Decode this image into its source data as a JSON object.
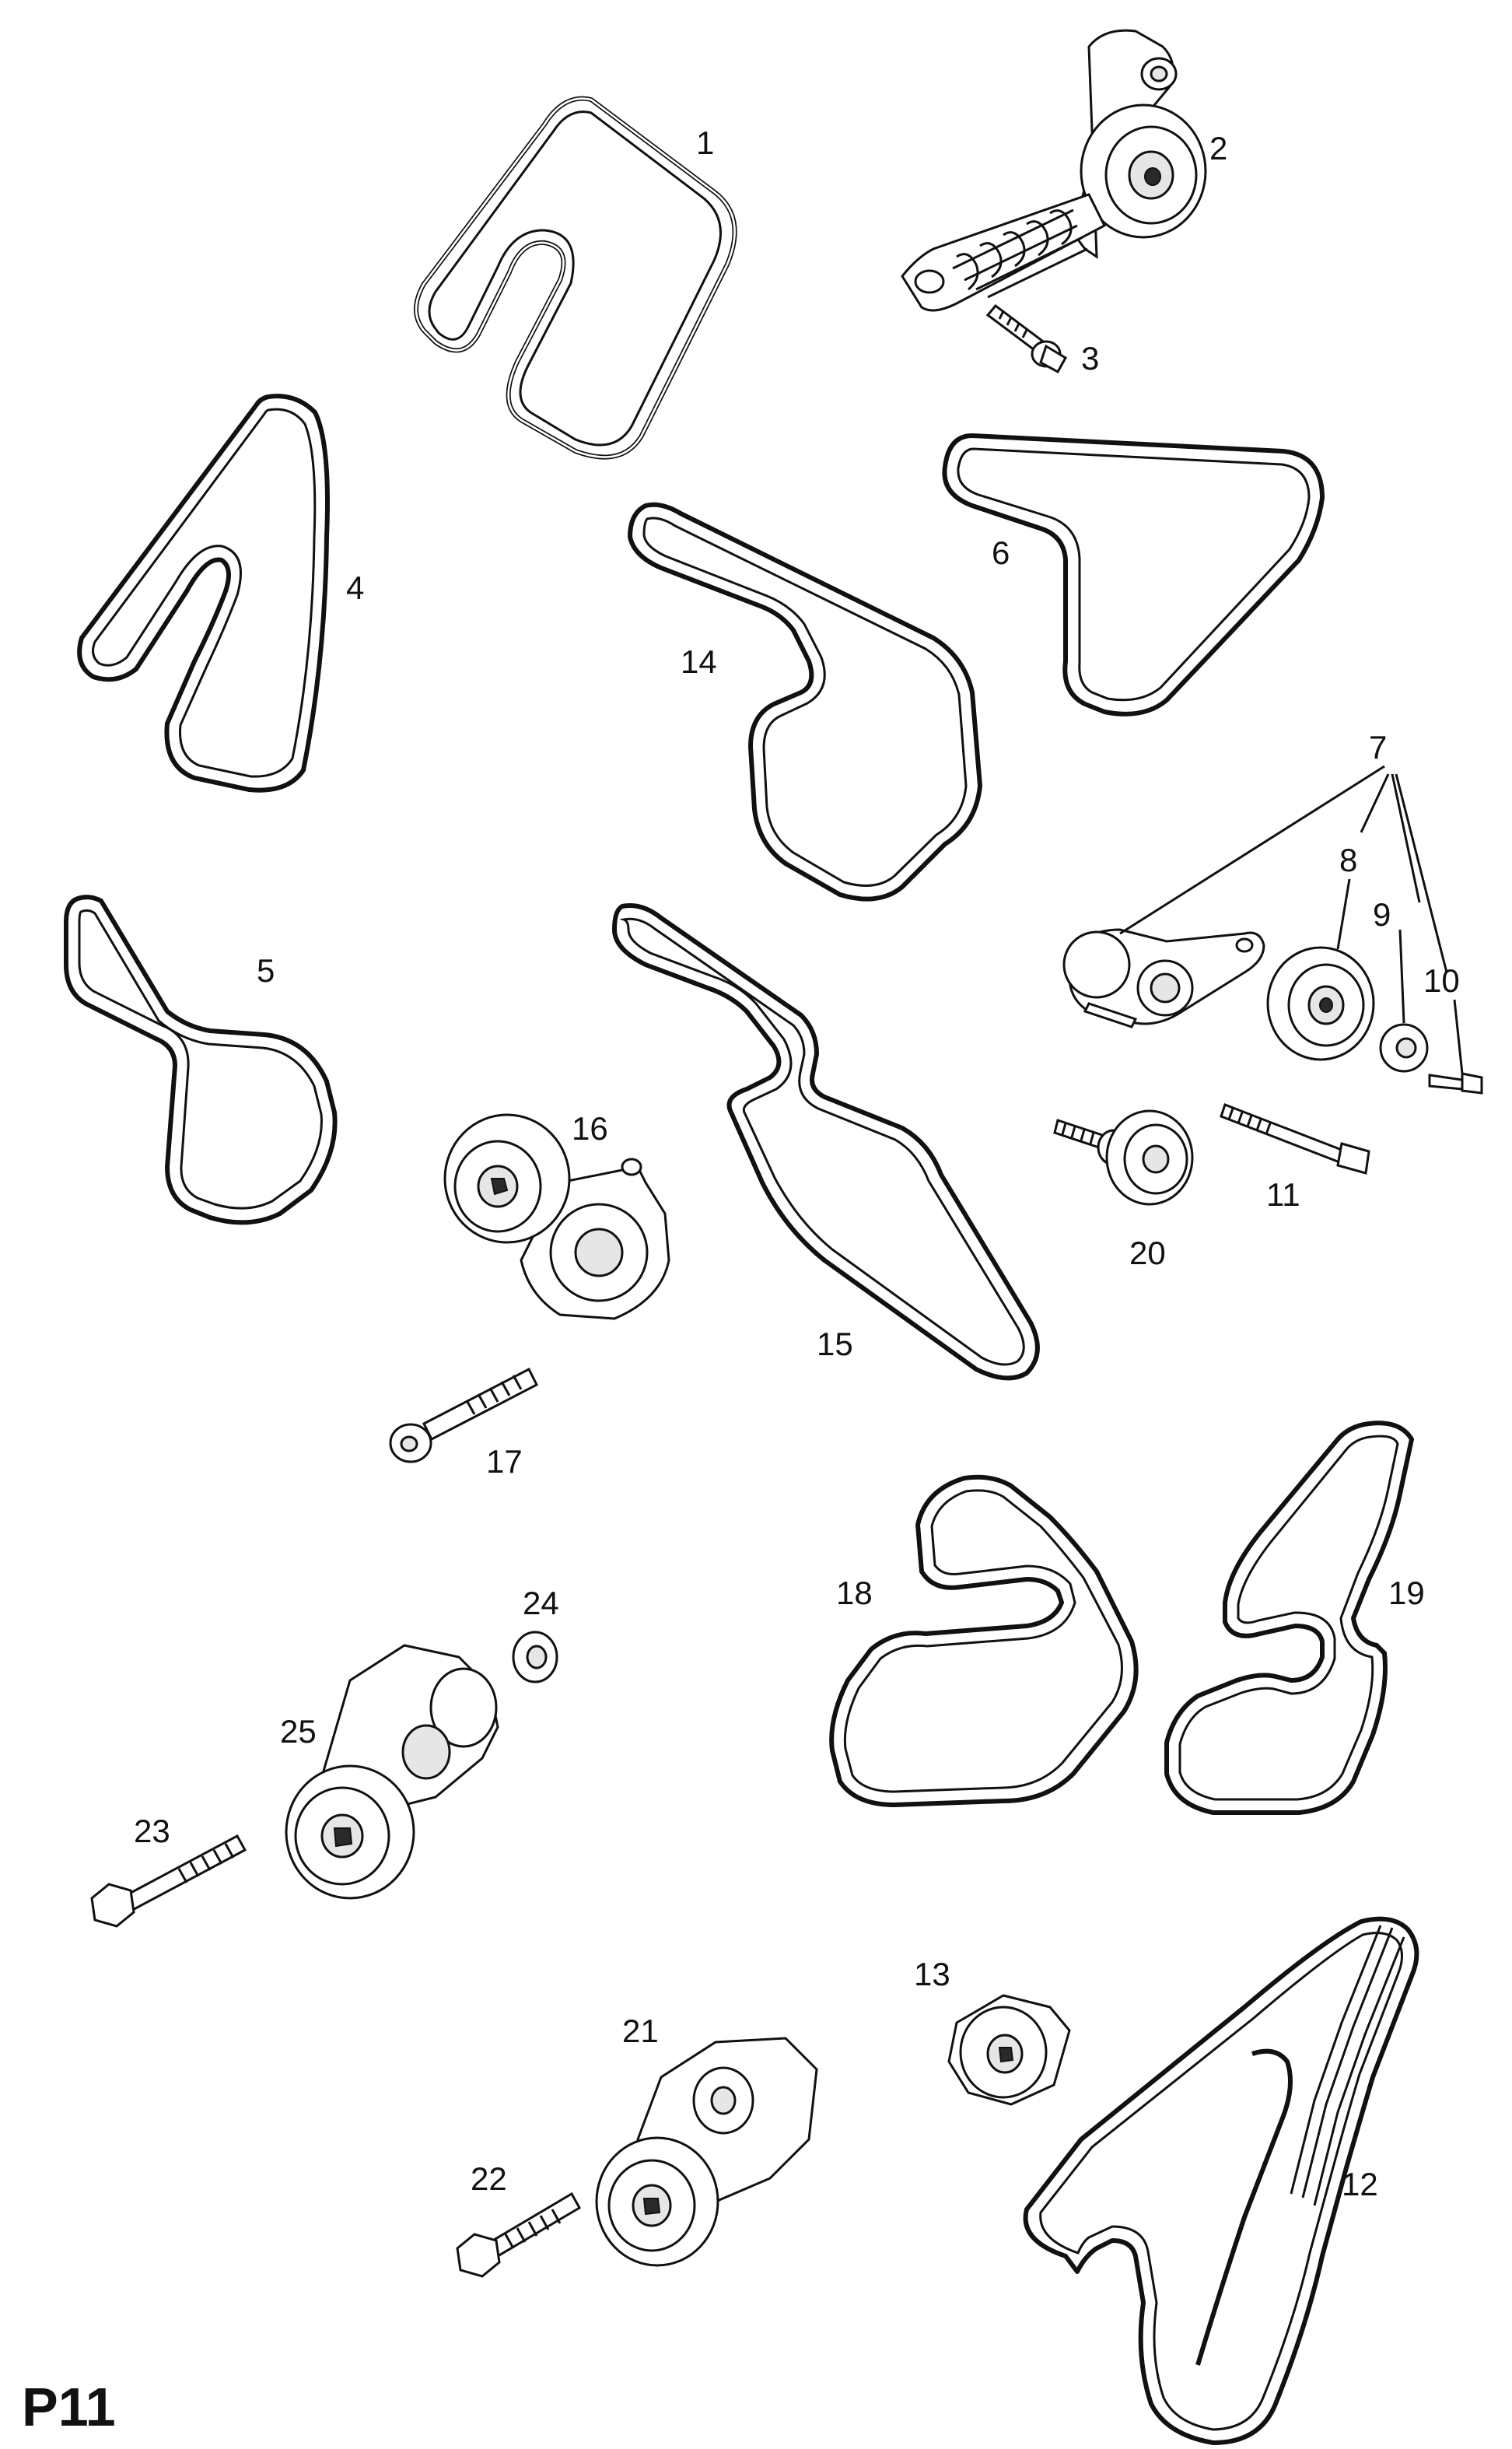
{
  "page_code": "P11",
  "callouts": {
    "c1": "1",
    "c2": "2",
    "c3": "3",
    "c4": "4",
    "c5": "5",
    "c6": "6",
    "c7": "7",
    "c8": "8",
    "c9": "9",
    "c10": "10",
    "c11": "11",
    "c12": "12",
    "c13": "13",
    "c14": "14",
    "c15": "15",
    "c16": "16",
    "c17": "17",
    "c18": "18",
    "c19": "19",
    "c20": "20",
    "c21": "21",
    "c22": "22",
    "c23": "23",
    "c24": "24",
    "c25": "25"
  }
}
